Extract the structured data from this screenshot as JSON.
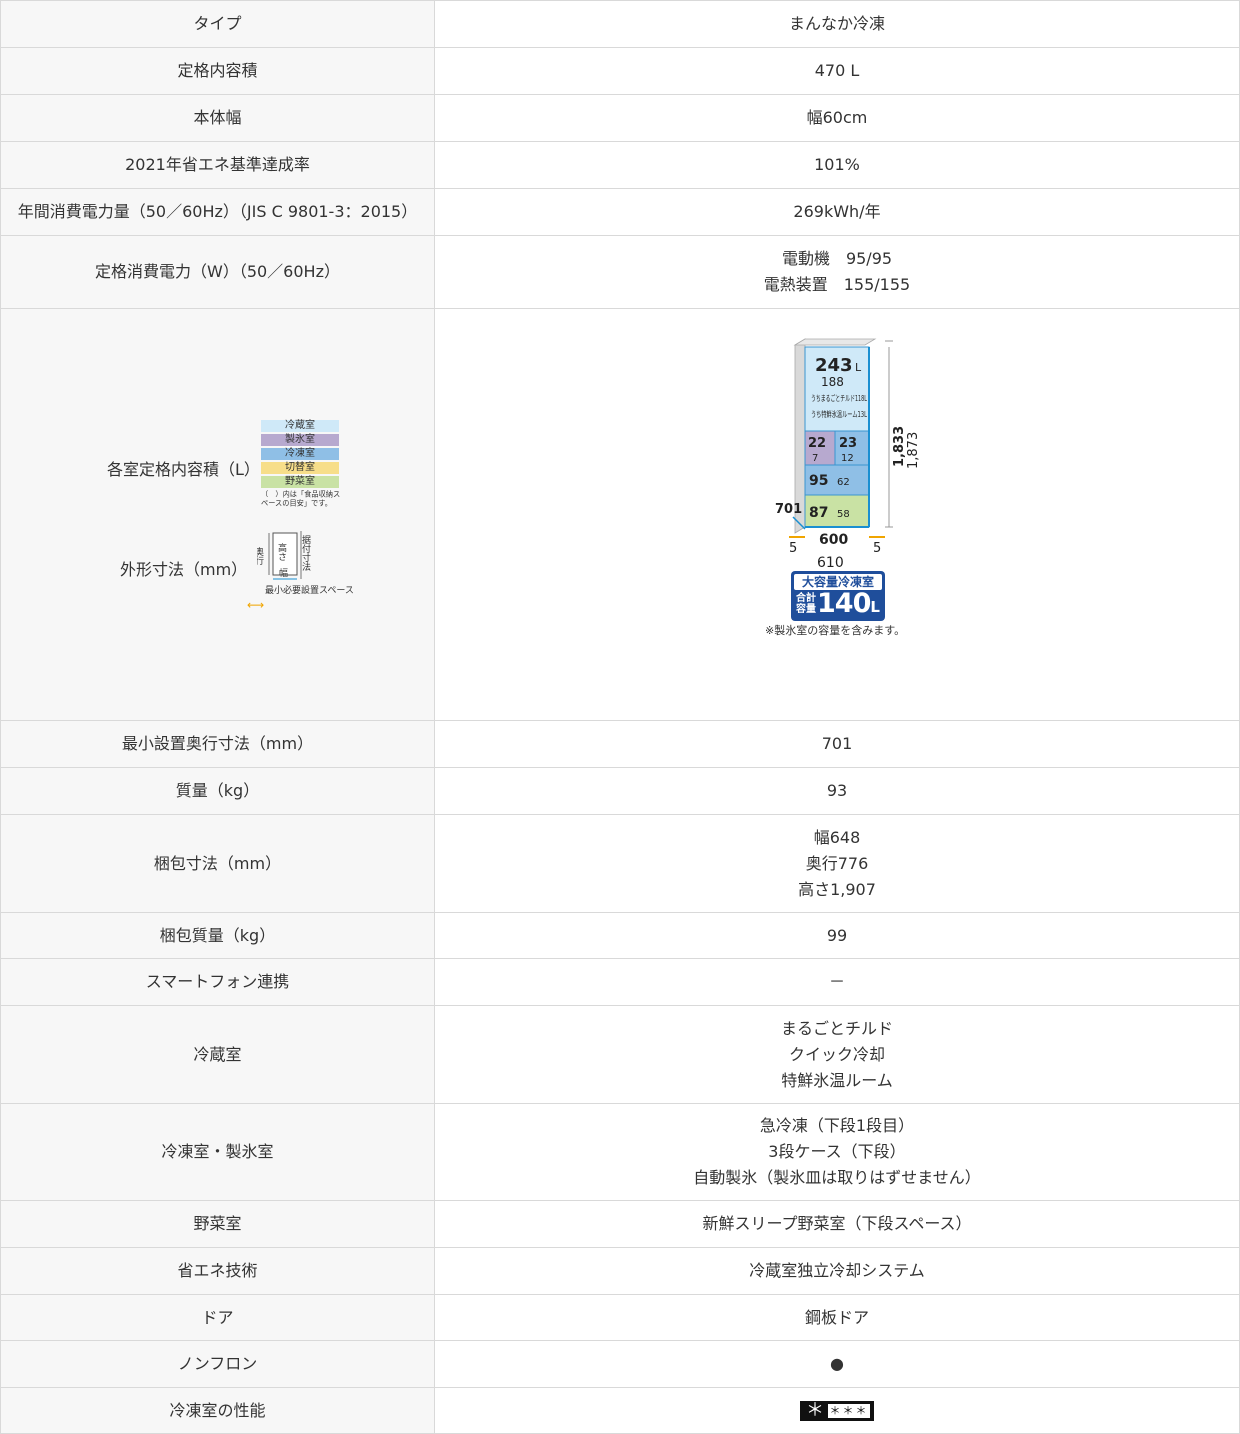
{
  "rows": [
    {
      "label": "タイプ",
      "value": "まんなか冷凍"
    },
    {
      "label": "定格内容積",
      "value": "470 L"
    },
    {
      "label": "本体幅",
      "value": "幅60cm"
    },
    {
      "label": "2021年省エネ基準達成率",
      "value": "101%"
    },
    {
      "label": "年間消費電力量（50／60Hz）（JIS C 9801-3：2015）",
      "value": "269kWh/年"
    },
    {
      "label": "定格消費電力（W）（50／60Hz）",
      "lines": [
        "電動機　95/95",
        "電熱装置　155/155"
      ]
    }
  ],
  "diagram": {
    "label_capacity": "各室定格内容積（L）",
    "label_dimension": "外形寸法（mm）",
    "legend": [
      {
        "name": "冷蔵室",
        "color": "#cfe9f8"
      },
      {
        "name": "製氷室",
        "color": "#b7a9cf"
      },
      {
        "name": "冷凍室",
        "color": "#8fbfe6"
      },
      {
        "name": "切替室",
        "color": "#f7de8a"
      },
      {
        "name": "野菜室",
        "color": "#c9e2a4"
      }
    ],
    "legend_note": "（　）内は「食品収納スペースの目安」です。",
    "mini_depth": "奥行",
    "mini_height": "高さ",
    "mini_width": "幅",
    "mini_install": "据付寸法",
    "mini_space": "最小必要設置スペース",
    "fridge": {
      "fridge_total": "243",
      "fridge_space": "188",
      "chilled": "うちまるごとチルド118L",
      "special": "うち特鮮氷温ルーム13L",
      "ice": "22",
      "ice_space": "7",
      "switch": "23",
      "switch_space": "12",
      "freezer": "95",
      "freezer_space": "62",
      "veg": "87",
      "veg_space": "58",
      "unit": "L",
      "height1": "1,833",
      "height2": "1,873",
      "depth": "701",
      "width": "600",
      "gap_left": "5",
      "gap_right": "5",
      "install_width": "610"
    },
    "capacity_badge": {
      "title": "大容量冷凍室",
      "small": "合計容量",
      "value": "140",
      "unit": "L"
    },
    "note": "※製氷室の容量を含みます。"
  },
  "rows2": [
    {
      "label": "最小設置奥行寸法（mm）",
      "value": "701"
    },
    {
      "label": "質量（kg）",
      "value": "93"
    },
    {
      "label": "梱包寸法（mm）",
      "lines": [
        "幅648",
        "奥行776",
        "高さ1,907"
      ]
    },
    {
      "label": "梱包質量（kg）",
      "value": "99"
    },
    {
      "label": "スマートフォン連携",
      "value": "－"
    },
    {
      "label": "冷蔵室",
      "lines": [
        "まるごとチルド",
        "クイック冷却",
        "特鮮氷温ルーム"
      ]
    },
    {
      "label": "冷凍室・製氷室",
      "lines": [
        "急冷凍（下段1段目）",
        "3段ケース（下段）",
        "自動製氷（製氷皿は取りはずせません）"
      ]
    },
    {
      "label": "野菜室",
      "value": "新鮮スリープ野菜室（下段スペース）"
    },
    {
      "label": "省エネ技術",
      "value": "冷蔵室独立冷却システム"
    },
    {
      "label": "ドア",
      "value": "鋼板ドア"
    },
    {
      "label": "ノンフロン",
      "value": "●"
    },
    {
      "label": "冷凍室の性能",
      "mark_main": "＊",
      "mark_stars": "＊＊＊"
    }
  ]
}
